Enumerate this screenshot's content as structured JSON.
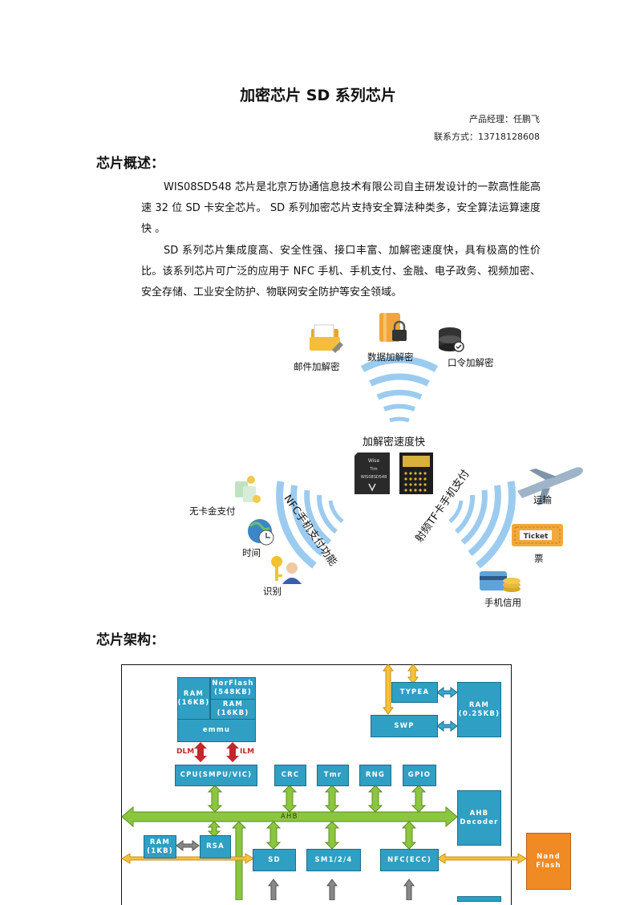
{
  "doc": {
    "title": "加密芯片 SD 系列芯片",
    "manager": "产品经理：任鹏飞",
    "contact": "联系方式：13718128608"
  },
  "sections": {
    "overview_heading": "芯片概述：",
    "arch_heading": "芯片架构："
  },
  "overview": {
    "p1": "WIS08SD548 芯片是北京万协通信息技术有限公司自主研发设计的一款高性能高速 32 位 SD 卡安全芯片。 SD 系列加密芯片支持安全算法种类多，安全算法运算速度快 。",
    "p2": "SD 系列芯片集成度高、安全性强、接口丰富、加解密速度快，具有极高的性价比。该系列芯片可广泛的应用于 NFC 手机、手机支付、金融、电子政务、视频加密、安全存储、工业安全防护、物联网安全防护等安全领域。"
  },
  "figure": {
    "top_labels": [
      "邮件加解密",
      "数据加解密",
      "口令加解密"
    ],
    "center_label": "加解密速度快",
    "left_arc": "NFC手机支付功能",
    "right_arc": "射频TF卡手机支付",
    "left_labels": [
      "无卡金支付",
      "时间",
      "识别"
    ],
    "right_labels": [
      "运输",
      "票",
      "手机信用"
    ],
    "chip_text": [
      "Wise",
      "Tim",
      "WIS08SD548"
    ],
    "ticket_text": "Ticket"
  },
  "arch": {
    "ram16": "RAM\n(16KB)",
    "norflash": "NorFlash\n(548KB)",
    "ram16b": "RAM\n(16KB)",
    "emmu": "emmu",
    "dlm": "DLM",
    "ilm": "ILM",
    "cpu": "CPU(SMPU/VIC)",
    "crc": "CRC",
    "tmr": "Tmr",
    "rng": "RNG",
    "gpio": "GPIO",
    "typea": "TYPEA",
    "swp": "SWP",
    "ram025": "RAM\n(0.25KB)",
    "ahb": "AHB",
    "ahb_decoder": "AHB\nDecoder",
    "ram1": "RAM\n(1KB)",
    "rsa": "RSA",
    "sd": "SD",
    "sm": "SM1/2/4",
    "nfc": "NFC(ECC)",
    "nand": "Nand\nFlash"
  },
  "colors": {
    "block": "#2f9fc3",
    "bus": "#8cc63f",
    "orange": "#f08a24",
    "wave": "#9ccbf0",
    "red": "#c0282c"
  }
}
